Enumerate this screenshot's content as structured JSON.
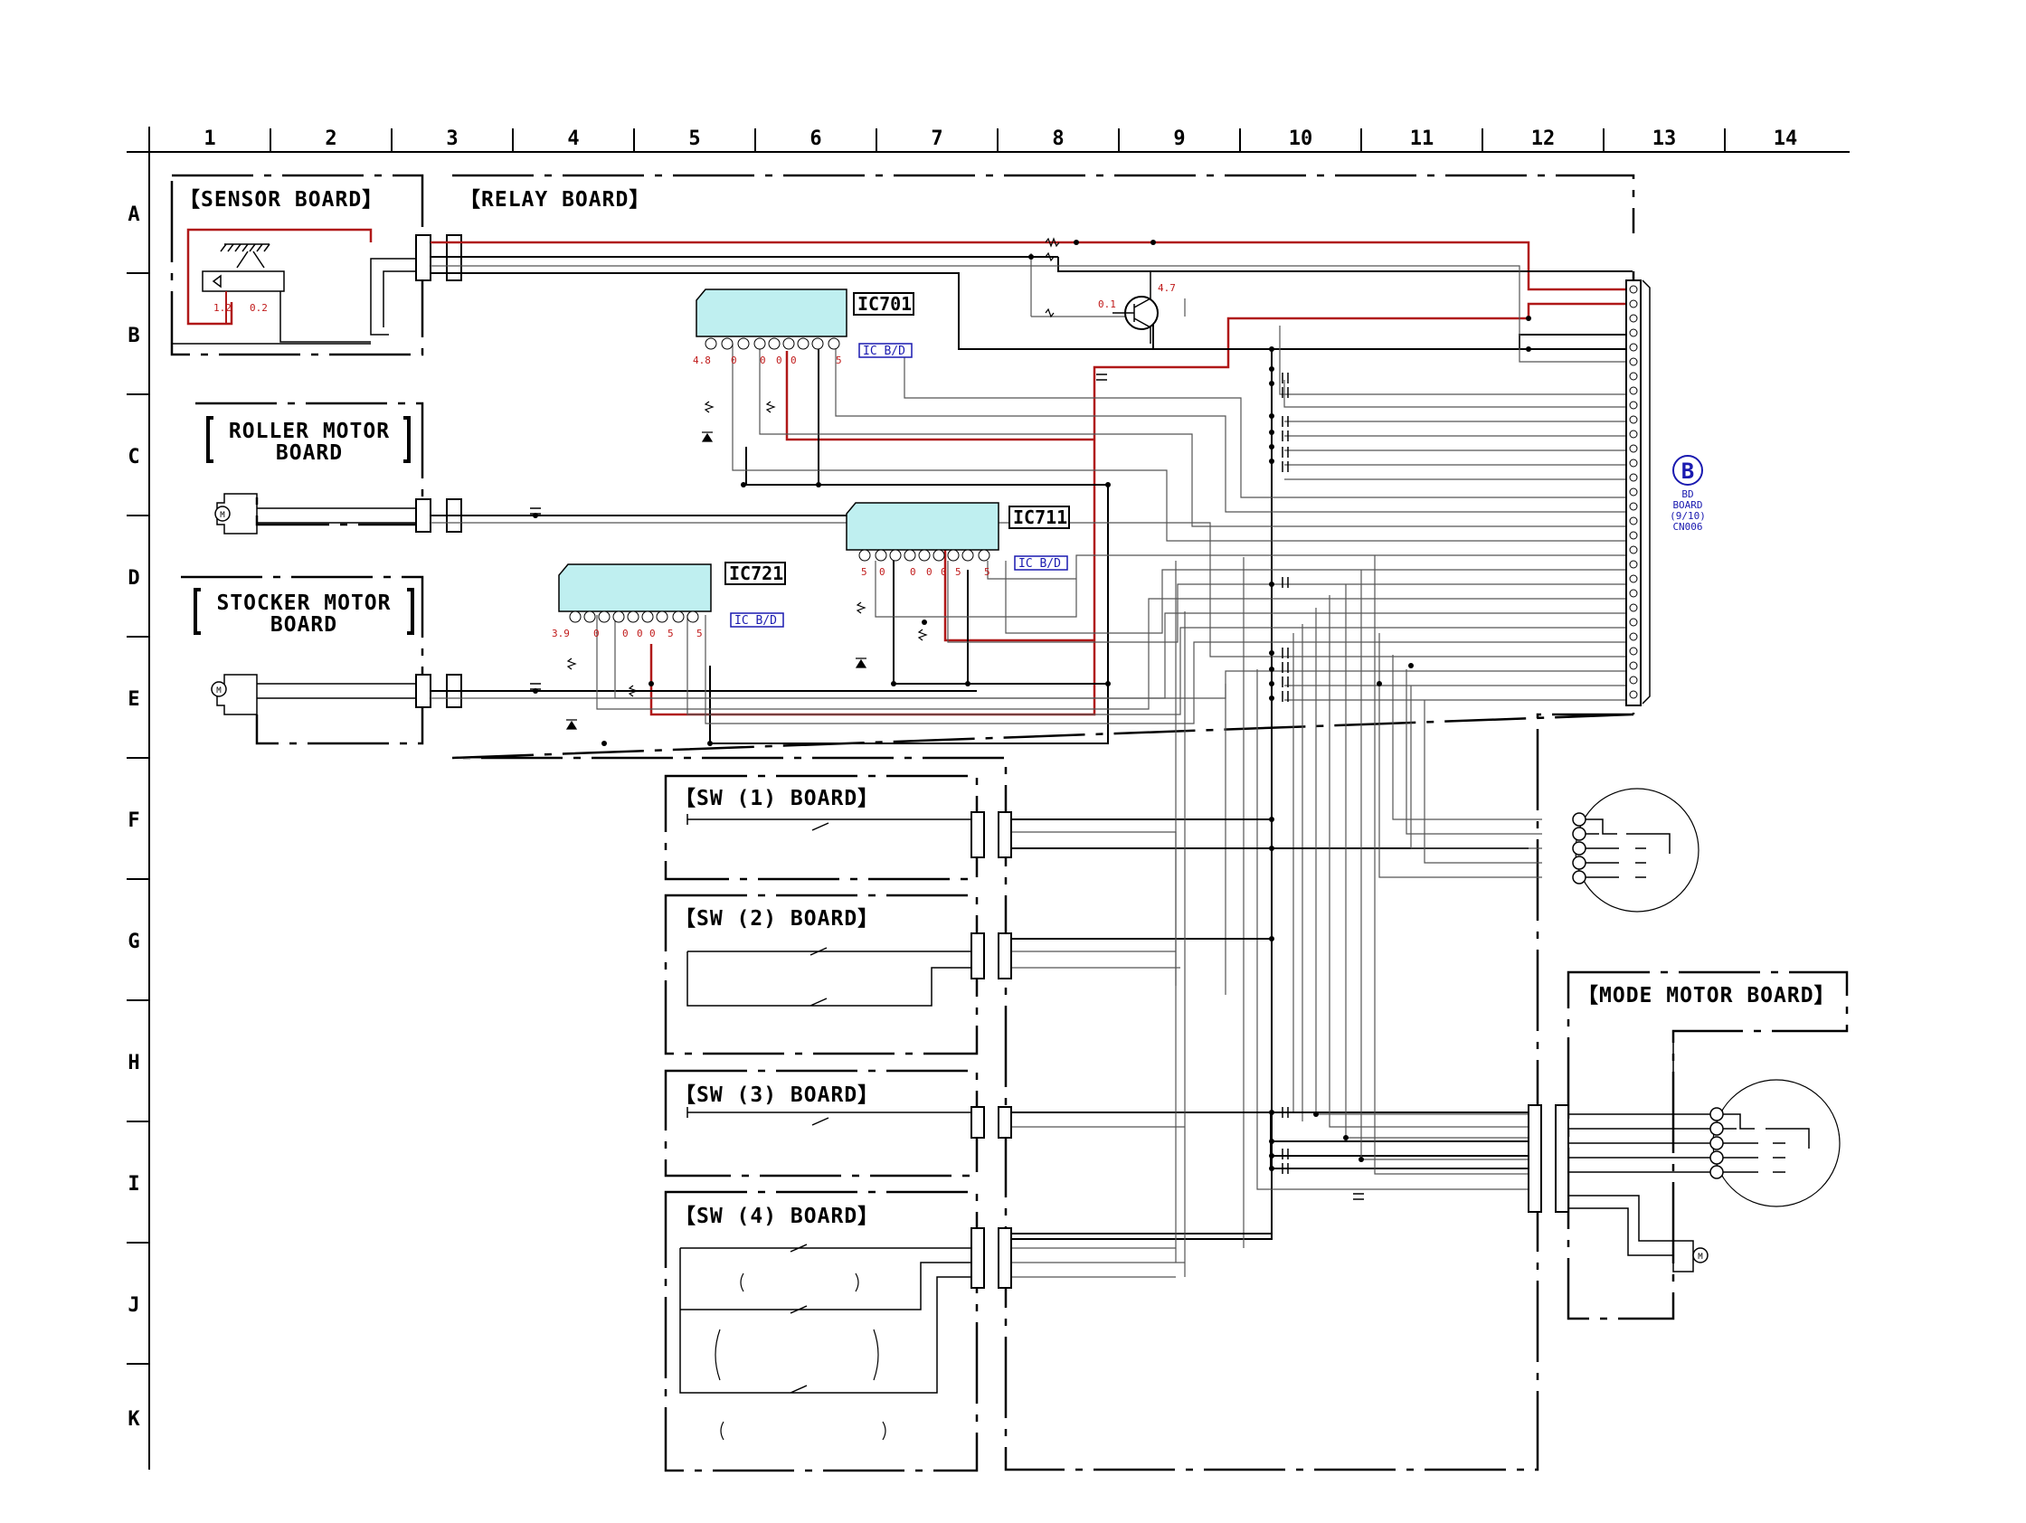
{
  "grid": {
    "columns": [
      "1",
      "2",
      "3",
      "4",
      "5",
      "6",
      "7",
      "8",
      "9",
      "10",
      "11",
      "12",
      "13",
      "14"
    ],
    "rows": [
      "A",
      "B",
      "C",
      "D",
      "E",
      "F",
      "G",
      "H",
      "I",
      "J",
      "K"
    ]
  },
  "boards": {
    "sensor": "【SENSOR BOARD】",
    "relay": "【RELAY BOARD】",
    "roller_line1": "ROLLER MOTOR",
    "roller_line2": "BOARD",
    "stocker_line1": "STOCKER MOTOR",
    "stocker_line2": "BOARD",
    "sw1": "【SW (1) BOARD】",
    "sw2": "【SW (2) BOARD】",
    "sw3": "【SW (3) BOARD】",
    "sw4": "【SW (4) BOARD】",
    "mode_motor": "【MODE MOTOR BOARD】"
  },
  "ics": {
    "ic701": "IC701",
    "ic711": "IC711",
    "ic721": "IC721",
    "ic_bd": "IC B/D"
  },
  "reference": {
    "letter": "B",
    "line1": "BD",
    "line2": "BOARD",
    "line3": "(9/10)",
    "line4": "CN006"
  },
  "voltages": {
    "sensor_a": "1.2",
    "sensor_b": "0.2",
    "transistor_base": "0.1",
    "transistor_collector": "4.7",
    "ic701": [
      "4.8",
      "0",
      "0",
      "0",
      "0",
      "5"
    ],
    "ic711": [
      "5",
      "0",
      "0",
      "0",
      "0",
      "5",
      "5"
    ],
    "ic721": [
      "3.9",
      "0",
      "0",
      "0",
      "0",
      "5",
      "5"
    ]
  },
  "colors": {
    "wire": "#000000",
    "signal_red": "#b01818",
    "ic_fill": "#bfeff0",
    "annotation_blue": "#1a1ab0"
  }
}
